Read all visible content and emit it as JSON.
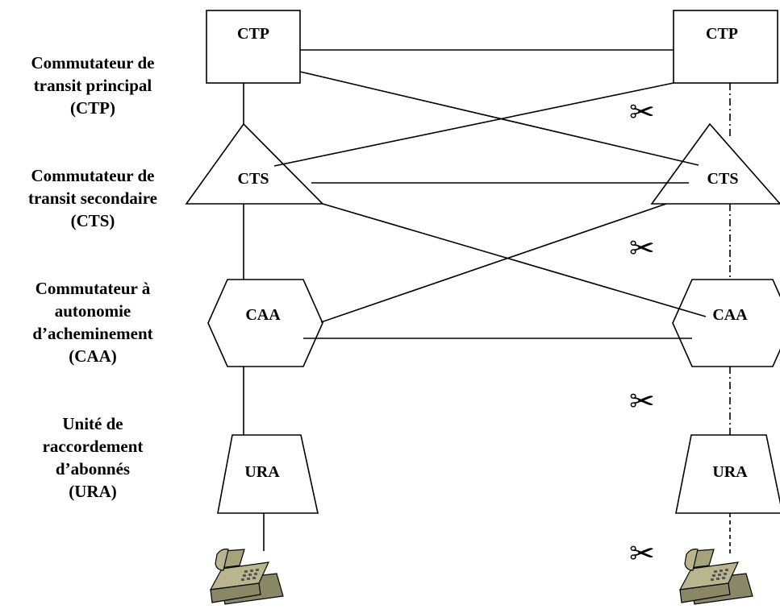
{
  "levels": {
    "ctp": {
      "label": "Commutateur de\ntransit principal\n(CTP)",
      "node_label": "CTP"
    },
    "cts": {
      "label": "Commutateur de\ntransit secondaire\n(CTS)",
      "node_label": "CTS"
    },
    "caa": {
      "label": "Commutateur à\nautonomie\nd’acheminement\n(CAA)",
      "node_label": "CAA"
    },
    "ura": {
      "label": "Unité de\nraccordement\nd’abonnés\n(URA)",
      "node_label": "URA"
    }
  },
  "icons": {
    "cut_marker": "scissors-icon",
    "terminal": "telephone-icon"
  },
  "colors": {
    "line": "#000000",
    "phone_body": "#b8b58f",
    "phone_shadow": "#8a8766"
  }
}
